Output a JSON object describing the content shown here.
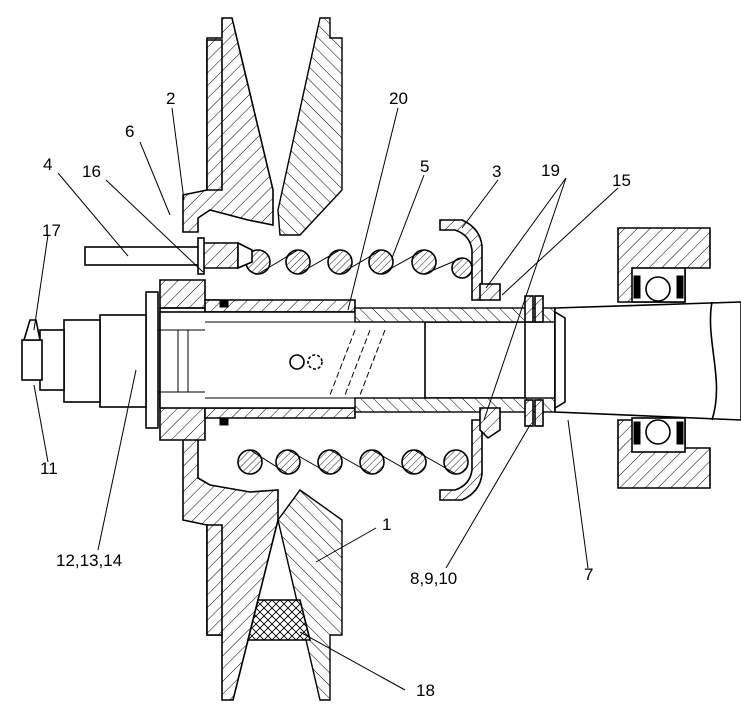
{
  "callouts": {
    "c1": "1",
    "c2": "2",
    "c3": "3",
    "c4": "4",
    "c5": "5",
    "c6": "6",
    "c7": "7",
    "c8_9_10": "8,9,10",
    "c11": "11",
    "c12_13_14": "12,13,14",
    "c15": "15",
    "c16": "16",
    "c17": "17",
    "c18": "18",
    "c19": "19",
    "c20": "20"
  }
}
